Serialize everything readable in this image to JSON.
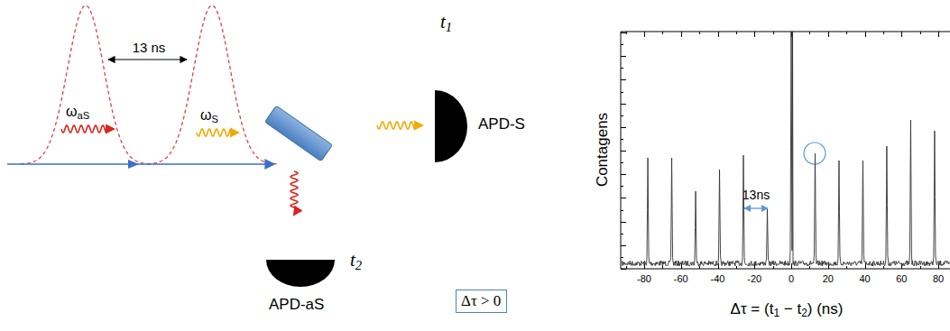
{
  "diagram": {
    "nodes": [
      {
        "text": [
          "t1",
          "APD-S"
        ]
      },
      {
        "text": [
          "t2",
          "APD-aS"
        ]
      },
      {
        "text": [
          "Δτ > 0"
        ]
      }
    ],
    "labels": [
      "13 ns",
      "ωaS",
      "ωS",
      "Contagens",
      "13ns",
      "-80",
      "-60",
      "-40",
      "-20",
      "0",
      "20",
      "40",
      "60",
      "80",
      "Δτ = (t1 − t2) (ns)"
    ]
  }
}
